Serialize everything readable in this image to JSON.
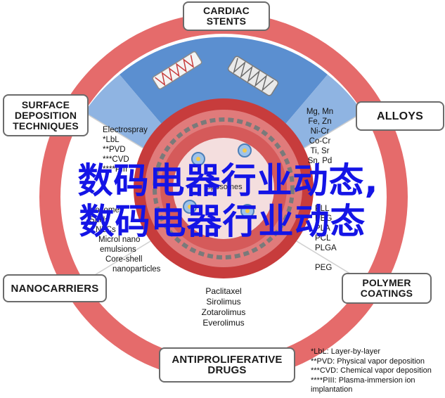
{
  "categories": {
    "cardiac_stents": "CARDIAC\nSTENTS",
    "surface_deposition": "SURFACE\nDEPOSITION\nTECHNIQUES",
    "alloys": "ALLOYS",
    "nanocarriers": "NANOCARRIERS",
    "polymer_coatings": "POLYMER\nCOATINGS",
    "antiproliferative_drugs": "ANTIPROLIFERATIVE\nDRUGS"
  },
  "surface_items": [
    "Electrospray",
    "*LbL",
    "**PVD",
    "***CVD",
    "****PIII"
  ],
  "alloy_items": [
    "Mg, Mn",
    "Fe, Zn",
    "Ni-Cr",
    "Co-Cr",
    "Ti, Sr",
    "Sn, Pd"
  ],
  "nanocarrier_items": [
    "Liposomes",
    "SLNs",
    "NLCs",
    "Microl nano",
    "emulsions",
    "Core-shell",
    "nanoparticles"
  ],
  "polymer_items": [
    "PLL",
    "PEG",
    "PLA",
    "PCL",
    "PLGA",
    "PEG"
  ],
  "drug_items": [
    "Paclitaxel",
    "Sirolimus",
    "Zotarolimus",
    "Everolimus"
  ],
  "center_label": "Liposomes",
  "footnotes": [
    "*LbL: Layer-by-layer",
    "**PVD: Physical vapor deposition",
    "***CVD: Chemical vapor deposition",
    "****PIII: Plasma-immersion ion",
    "implantation"
  ],
  "overlay_lines": [
    "数码电器行业动态,",
    "数码电器行业动态"
  ],
  "colors": {
    "outer_ring": "#e56b6b",
    "top_sector": "#5b8fd0",
    "middle_ring": "#ffffff",
    "vessel_wall": "#c73c3c",
    "vessel_lumen": "#f4dede",
    "overlay_text": "#1414e6"
  },
  "icons": [
    "stent-icon",
    "liposome-icon"
  ]
}
